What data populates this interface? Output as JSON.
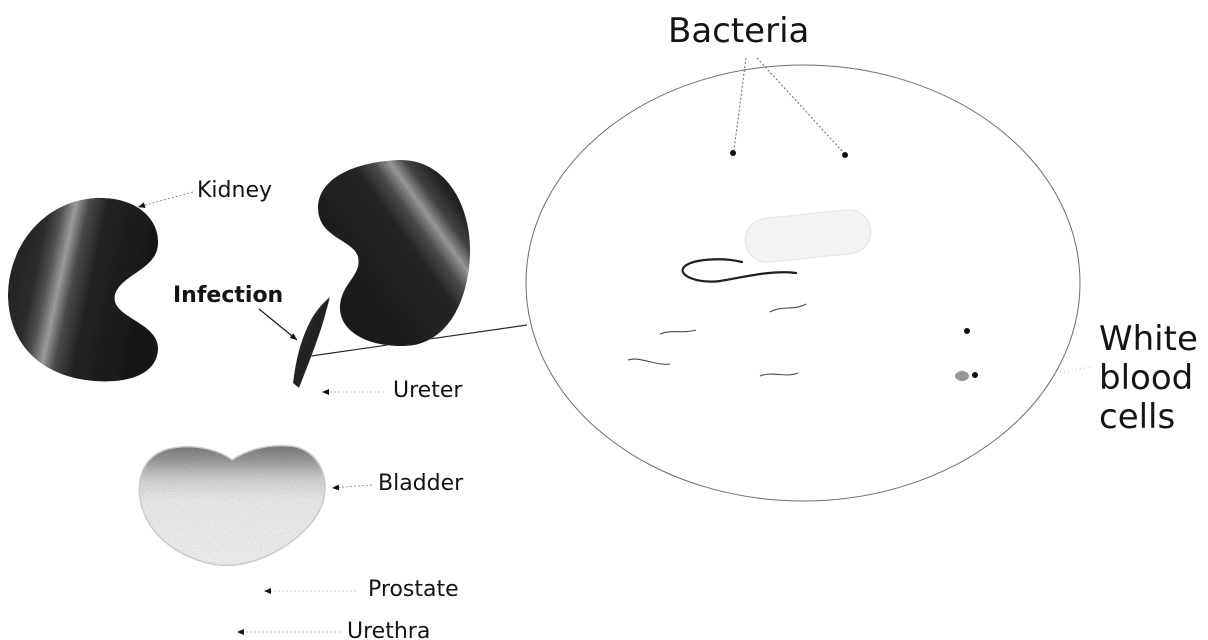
{
  "labels": {
    "bacteria": "Bacteria",
    "kidney": "Kidney",
    "infection": "Infection",
    "ureter": "Ureter",
    "bladder": "Bladder",
    "prostate": "Prostate",
    "urethra": "Urethra",
    "white_blood_cells": [
      "White",
      "blood",
      "cells"
    ]
  }
}
